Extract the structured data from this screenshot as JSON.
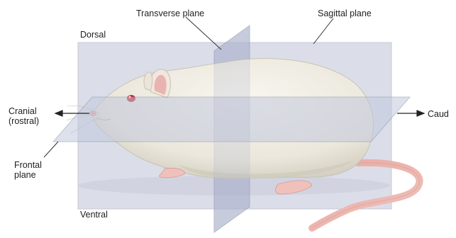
{
  "labels": {
    "dorsal": "Dorsal",
    "ventral": "Ventral",
    "transverse_plane": "Transverse plane",
    "sagittal_plane": "Sagittal plane",
    "cranial_line1": "Cranial",
    "cranial_line2": "(rostral)",
    "caudal": "Caud",
    "frontal_line1": "Frontal",
    "frontal_line2": "plane"
  },
  "colors": {
    "plane_fill": "#b9bfd6",
    "plane_edge": "#8e95ad",
    "rat_body": "#efece4",
    "rat_shadow": "#cdc9bd",
    "tail": "#eab3ac",
    "eye": "#c8202a",
    "label_text": "#1e1e1e"
  }
}
